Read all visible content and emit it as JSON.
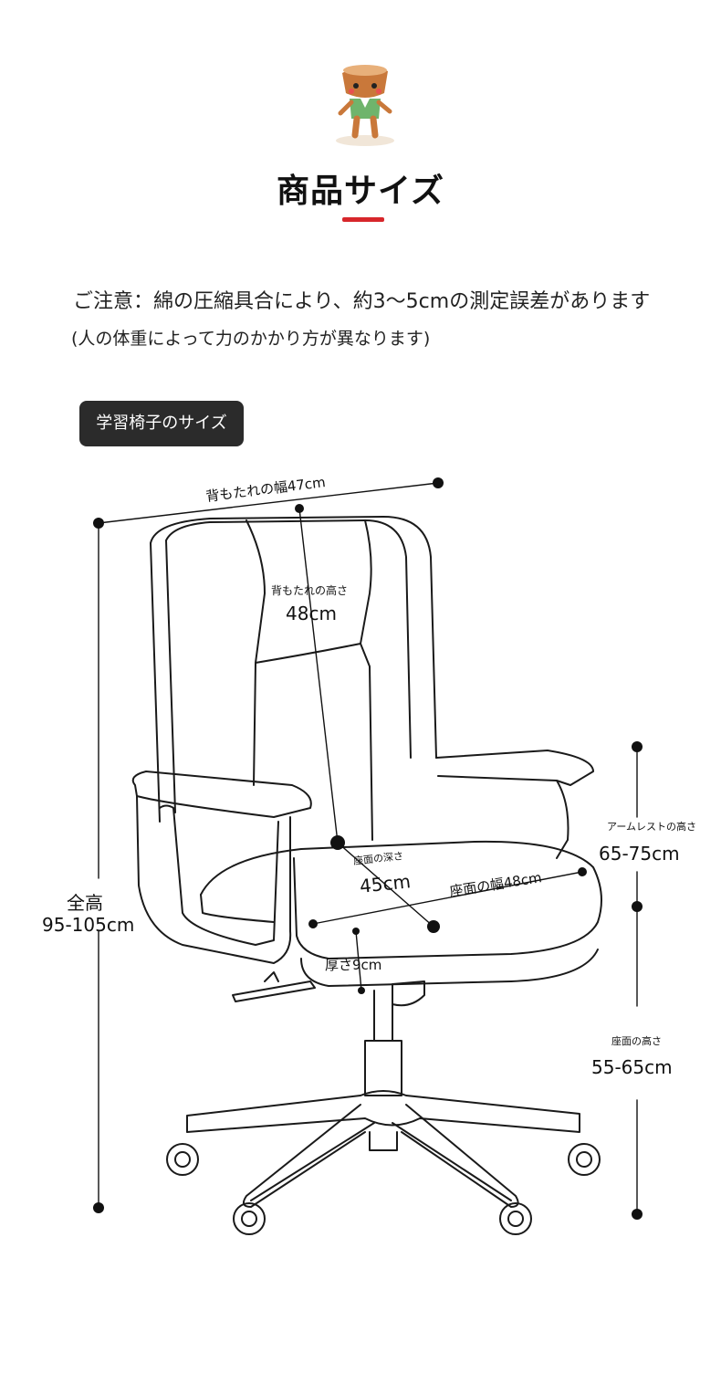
{
  "header": {
    "title": "商品サイズ"
  },
  "notice": {
    "line1": "ご注意：綿の圧縮具合により、約3〜5cmの測定誤差があります",
    "line2": "(人の体重によって力のかかり方が異なります)"
  },
  "section_tag": "学習椅子のサイズ",
  "dimensions": {
    "back_width": "背もたれの幅47cm",
    "back_height_label": "背もたれの高さ",
    "back_height_value": "48cm",
    "armrest_label": "アームレストの高さ",
    "armrest_value": "65-75cm",
    "seat_depth_label": "座面の深さ",
    "seat_depth_value": "45cm",
    "seat_width": "座面の幅48cm",
    "total_label": "全高",
    "total_value": "95-105cm",
    "thickness": "厚さ9cm",
    "seat_height_label": "座面の高さ",
    "seat_height_value": "55-65cm"
  },
  "colors": {
    "accent": "#d7262b",
    "tag_bg": "#2b2b2b",
    "line": "#1a1a1a"
  }
}
